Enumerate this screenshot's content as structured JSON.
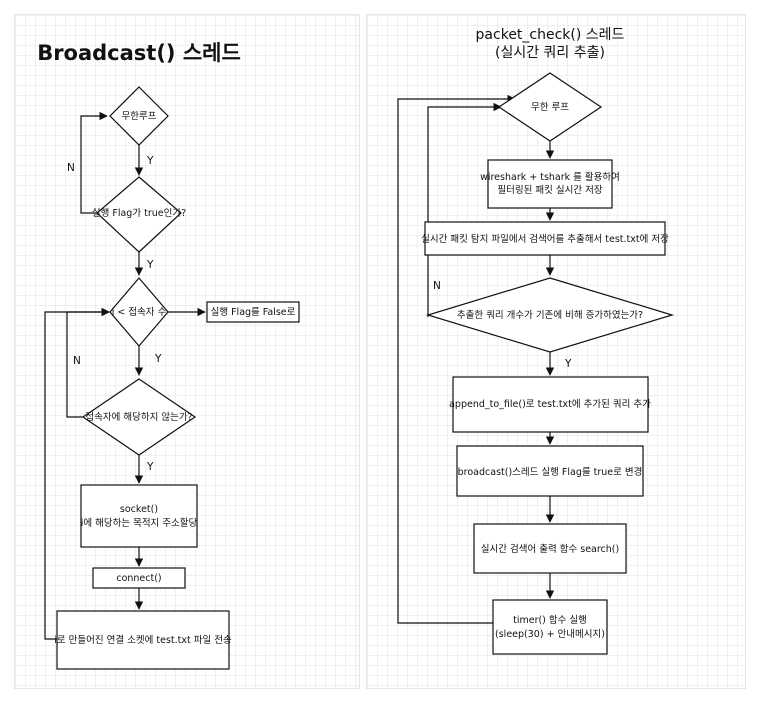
{
  "broadcast": {
    "title": "Broadcast() 스레드",
    "nodes": {
      "loop": "무한루프",
      "flag_check": "실행 Flag가 true인가?",
      "i_check": "i < 접속자 수",
      "flag_false": "실행 Flag를 False로",
      "not_user": "접속자에 해당하지 않는가?",
      "socket_line1": "socket()",
      "socket_line2": "i에 해당하는 목적지 주소할당",
      "connect": "connect()",
      "send": "i로 만들어진 연결 소켓에 test.txt 파일 전송"
    },
    "edge_labels": {
      "loop_yes": "Y",
      "flag_no": "N",
      "flag_yes": "Y",
      "i_yes": "Y",
      "not_user_no": "N",
      "not_user_yes": "Y"
    }
  },
  "packet_check": {
    "title_line1": "packet_check() 스레드",
    "title_line2": "(실시간 쿼리 추출)",
    "nodes": {
      "loop": "무한 루프",
      "wireshark_line1": "wireshark + tshark 를 활용하여",
      "wireshark_line2": "필터링된 패킷 실시간 저장",
      "extract": "실시간 패킷 탐지 파일에서 검색어를 추출해서 test.txt에 저장",
      "count_check": "추출한 쿼리 개수가 기존에 비해 증가하였는가?",
      "append": "append_to_file()로 test.txt에 추가된 쿼리 추가",
      "broadcast_flag": "broadcast()스레드 실행 Flag를 true로 변경",
      "search": "실시간 검색어 출력 함수 search()",
      "timer_line1": "timer() 함수 실행",
      "timer_line2": "(sleep(30) + 안내메시지)"
    },
    "edge_labels": {
      "count_no": "N",
      "count_yes": "Y"
    }
  }
}
